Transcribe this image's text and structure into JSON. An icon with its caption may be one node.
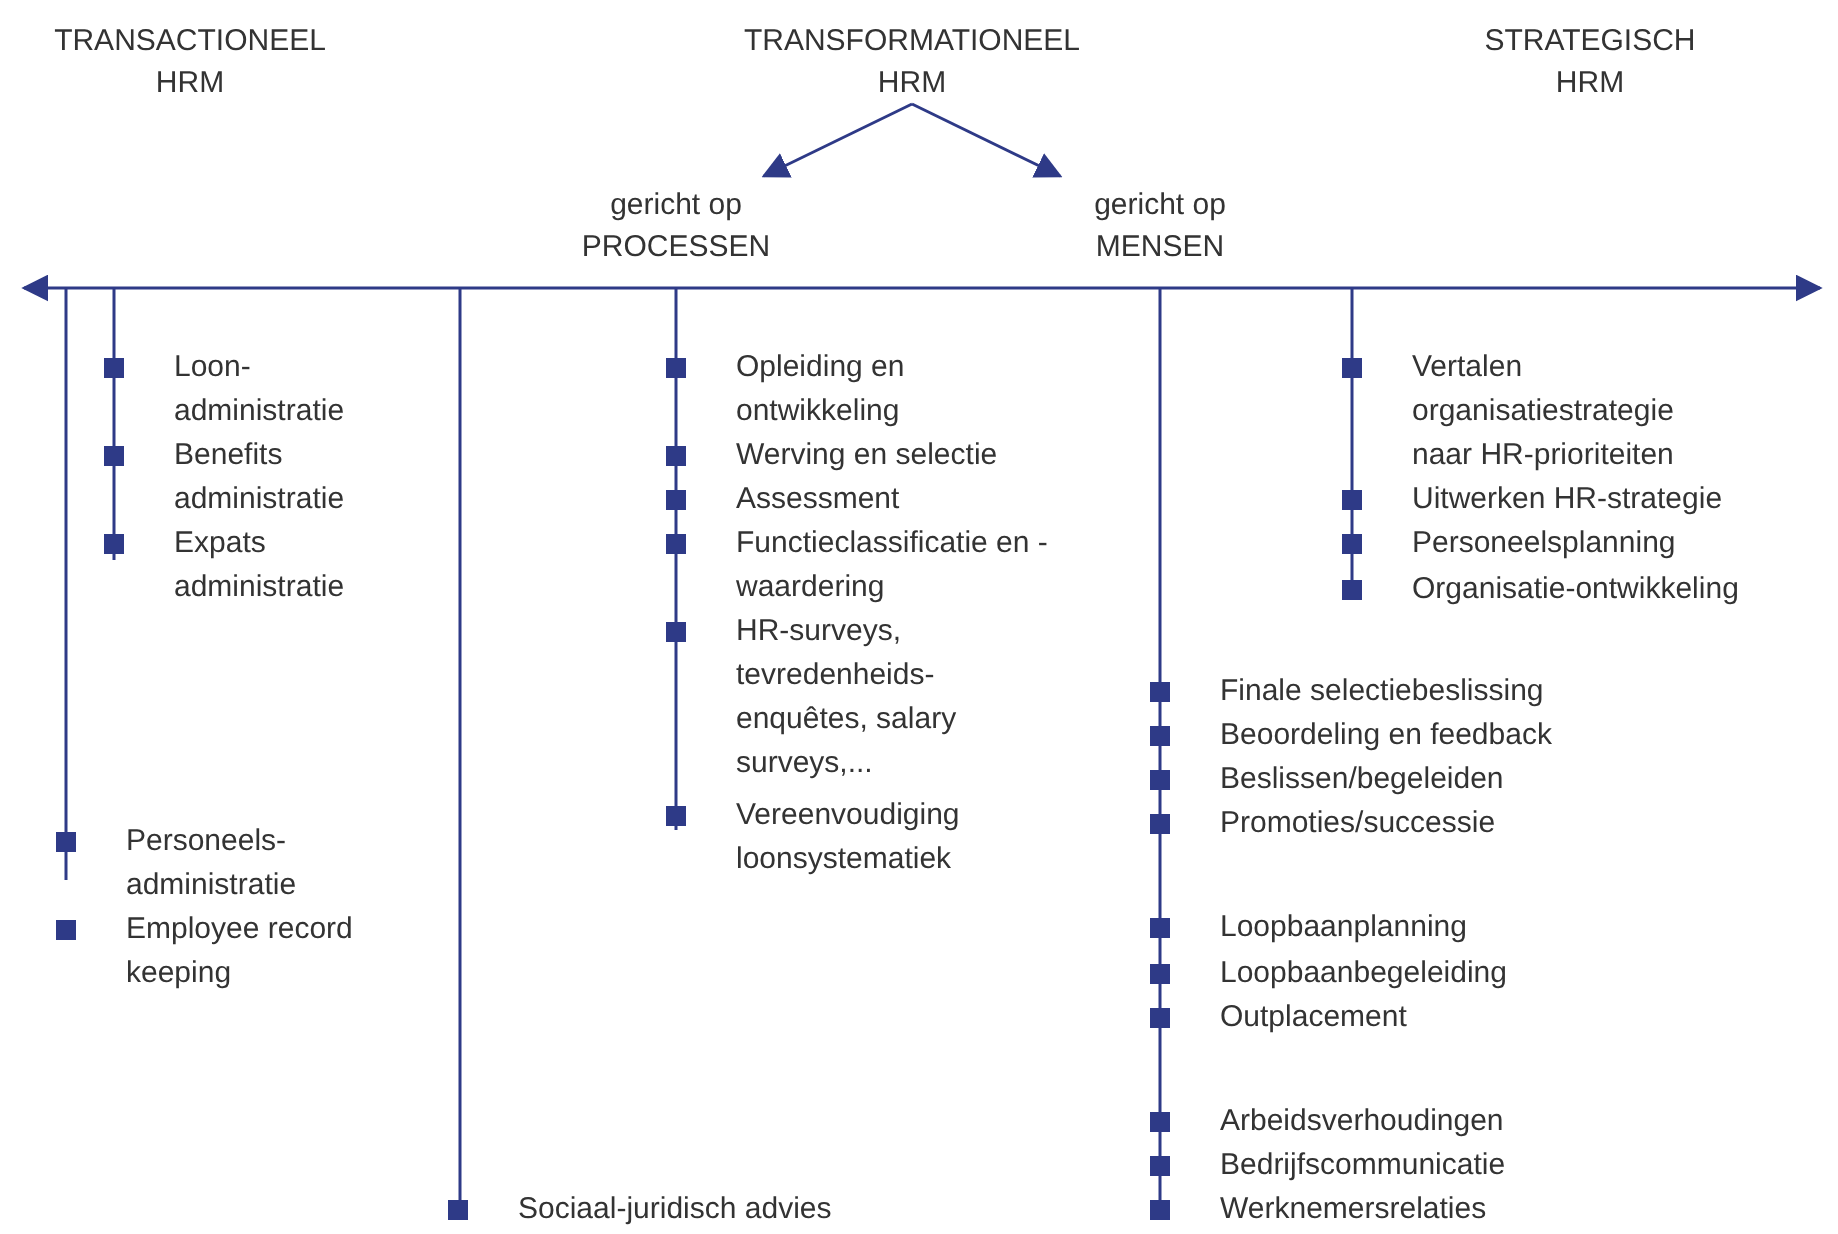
{
  "diagram": {
    "nodes": [
      {
        "text": [
          "TRANSACTIONEEL HRM"
        ]
      },
      {
        "text": [
          "TRANSFORMATIONEEL HRM"
        ]
      },
      {
        "text": [
          "STRATEGISCH HRM"
        ]
      },
      {
        "text": [
          "gericht op PROCESSEN"
        ]
      },
      {
        "text": [
          "gericht op MENSEN"
        ]
      }
    ],
    "edges": [
      {
        "from": 1,
        "to": 3,
        "arrow": "to"
      },
      {
        "from": 1,
        "to": 4,
        "arrow": "to"
      }
    ],
    "labels": [
      "Loon- administratie",
      "Benefits administratie",
      "Expats administratie",
      "Personeels- administratie",
      "Employee record keeping",
      "Sociaal-juridisch advies",
      "Opleiding en ontwikkeling",
      "Werving en selectie",
      "Assessment",
      "Functieclassificatie en -waardering",
      "HR-surveys, tevredenheids- enquêtes, salary surveys,...",
      "Vereenvoudiging loonsystematiek",
      "Finale selectiebeslissing",
      "Beoordeling en feedback",
      "Beslissen/begeleiden",
      "Promoties/successie",
      "Loopbaanplanning",
      "Loopbaanbegeleiding",
      "Outplacement",
      "Arbeidsverhoudingen",
      "Bedrijfscommunicatie",
      "Werknemersrelaties",
      "Vertalen organisatiestrategie naar HR-prioriteiten",
      "Uitwerken HR-strategie",
      "Personeelsplanning",
      "Organisatie-ontwikkeling"
    ]
  }
}
